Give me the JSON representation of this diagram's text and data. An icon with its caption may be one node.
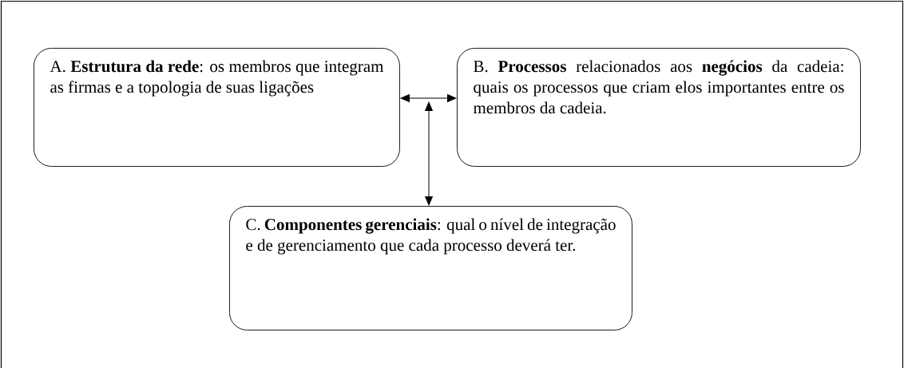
{
  "diagram": {
    "nodes": [
      {
        "text": [
          "A. **Estrutura da rede**: os membros que integram as firmas e a topologia de suas ligações"
        ]
      },
      {
        "text": [
          "B. **Processos** relacionados aos **negócios** da cadeia: quais os processos que criam elos importantes entre os membros da cadeia."
        ]
      },
      {
        "text": [
          "C. **Componentes gerenciais**: qual o nível de integração e de gerenciamento que cada processo deverá ter."
        ]
      }
    ],
    "edges": [
      {
        "from": 0,
        "to": 1,
        "arrow": "both"
      },
      {
        "from": null,
        "to": 2,
        "arrow": "both"
      }
    ]
  }
}
